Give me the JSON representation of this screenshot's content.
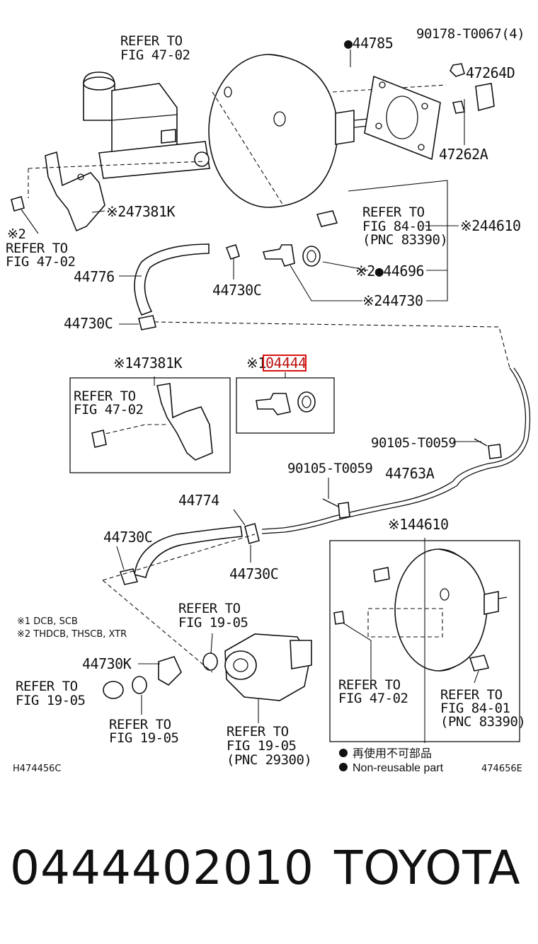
{
  "labels": {
    "refer_fig_47_02_top": [
      "REFER TO",
      "FIG 47-02"
    ],
    "p44785": "●44785",
    "p90178": "90178-T0067(4)",
    "p47264D": "47264D",
    "p47262A": "47262A",
    "refer_fig_84_01": [
      "REFER TO",
      "FIG 84-01",
      "(PNC 83390)"
    ],
    "p44610_main": "※244610",
    "p47381K_main": "※247381K",
    "refer_left": [
      "※2",
      "REFER TO",
      "FIG 47-02"
    ],
    "p44776": "44776",
    "p44730C_a": "44730C",
    "p44696": "※2●44696",
    "p44730": "※244730",
    "p44730C_b": "44730C",
    "p47381K_box_title": "※147381K",
    "p04444_prefix": "※1",
    "p04444_code": "04444",
    "box1_refer": [
      "REFER TO",
      "FIG 47-02"
    ],
    "p90105_right": "90105-T0059",
    "p90105_mid": "90105-T0059",
    "p44763A": "44763A",
    "p44774": "44774",
    "p44610_box": "※144610",
    "p44730C_c": "44730C",
    "p44730C_d": "44730C",
    "note1": "※1  DCB, SCB",
    "note2": "※2 THDCB, THSCB, XTR",
    "refer_fig_19_05_top": [
      "REFER TO",
      "FIG 19-05"
    ],
    "p44730K": "44730K",
    "refer_fig_19_05_left": [
      "REFER TO",
      "FIG 19-05"
    ],
    "refer_fig_19_05_bottom": [
      "REFER TO",
      "FIG 19-05"
    ],
    "refer_fig_19_05_pump": [
      "REFER TO",
      "FIG 19-05",
      "(PNC 29300)"
    ],
    "box_refer_47_02": [
      "REFER TO",
      "FIG 47-02"
    ],
    "box_refer_84_01": [
      "REFER TO",
      "FIG 84-01",
      "(PNC 83390)"
    ],
    "legend_cn": "再使用不可部品",
    "legend_en": "Non-reusable part",
    "code_left": "H474456C",
    "code_right": "474656E"
  },
  "footer": {
    "part_number": "0444402010",
    "brand": "TOYOTA"
  },
  "colors": {
    "ink": "#111111",
    "highlight": "#dd1111"
  }
}
